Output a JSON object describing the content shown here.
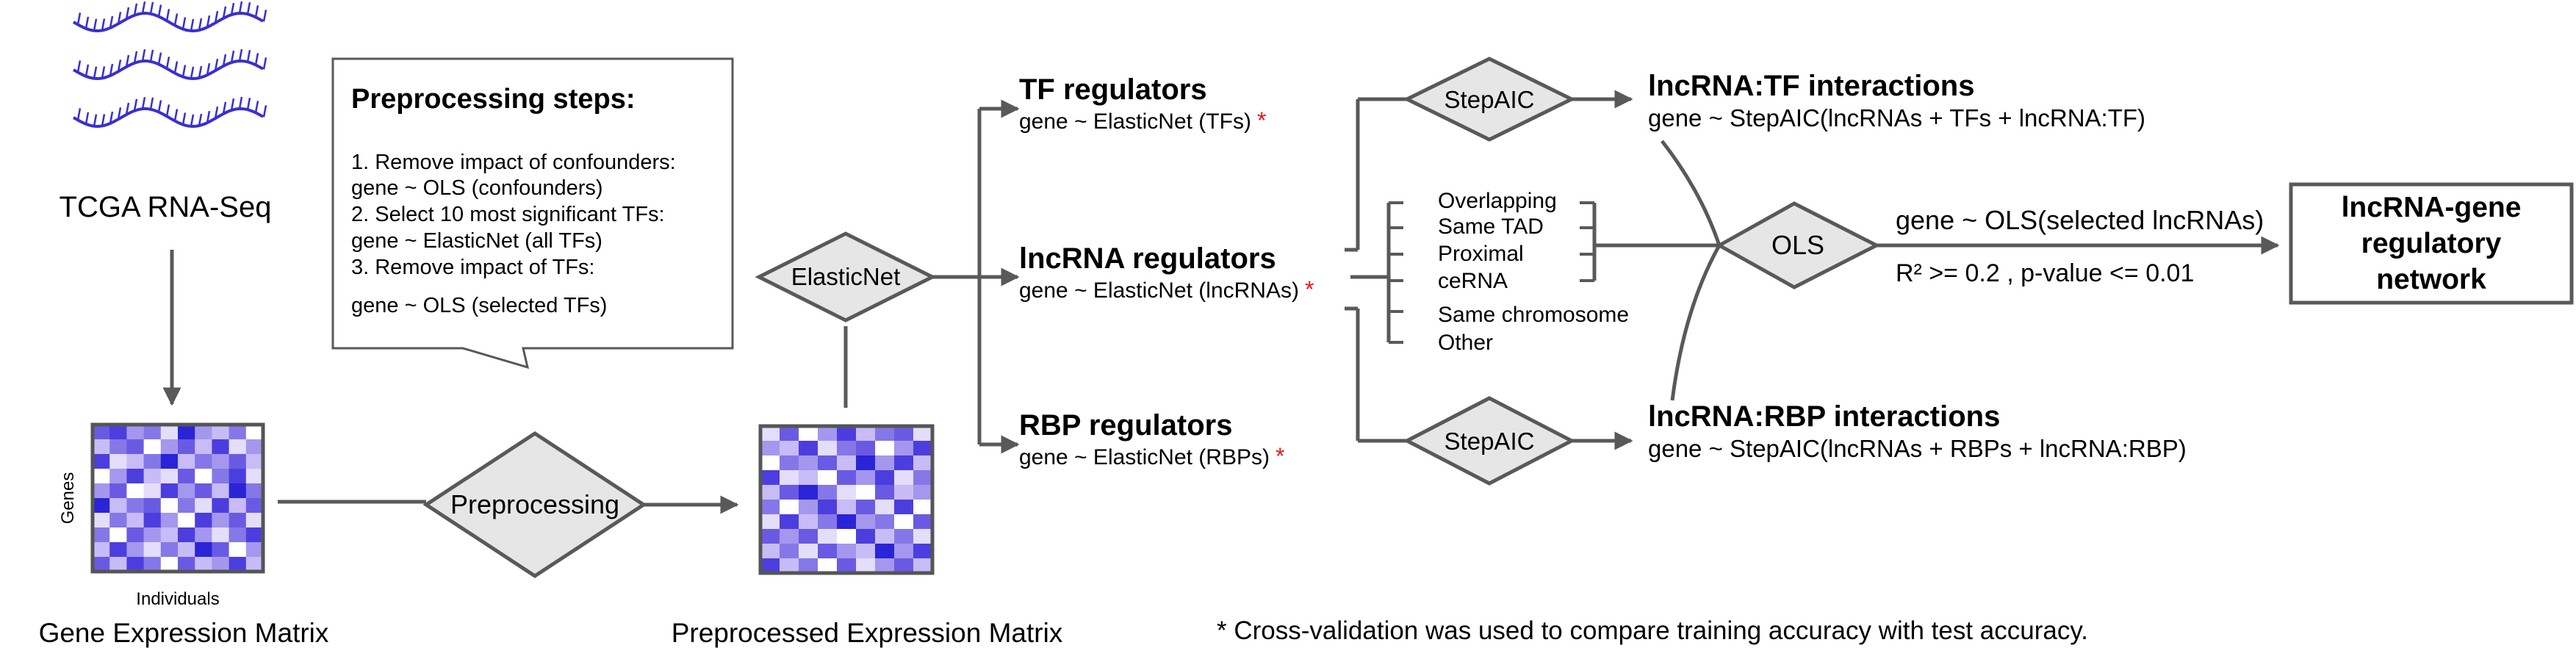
{
  "colors": {
    "line": "#595959",
    "diamond_fill": "#e7e6e6",
    "rna_strand": "#3a2fd0",
    "asterisk": "#e81818",
    "heatmap": [
      "#ffffff",
      "#e4defb",
      "#c7bcf6",
      "#a597ee",
      "#8677e8",
      "#6a5ae3",
      "#4c3ede",
      "#2a24d6"
    ]
  },
  "icons": {
    "rna": "rna-strand-icon"
  },
  "rna_seq": {
    "label": "TCGA RNA-Seq"
  },
  "gene_matrix": {
    "ylabel": "Genes",
    "xlabel": "Individuals",
    "caption": "Gene Expression Matrix",
    "cells": [
      [
        5,
        6,
        3,
        4,
        1,
        7,
        3,
        2,
        4,
        0
      ],
      [
        2,
        4,
        5,
        0,
        3,
        5,
        2,
        6,
        1,
        3
      ],
      [
        6,
        1,
        2,
        4,
        7,
        2,
        4,
        3,
        5,
        2
      ],
      [
        0,
        3,
        6,
        2,
        1,
        5,
        0,
        4,
        6,
        1
      ],
      [
        3,
        5,
        0,
        1,
        6,
        3,
        5,
        2,
        7,
        4
      ],
      [
        7,
        2,
        4,
        5,
        0,
        4,
        1,
        6,
        2,
        5
      ],
      [
        1,
        4,
        2,
        6,
        3,
        0,
        6,
        3,
        5,
        1
      ],
      [
        4,
        0,
        5,
        3,
        2,
        6,
        3,
        1,
        4,
        6
      ],
      [
        2,
        6,
        3,
        1,
        4,
        2,
        7,
        5,
        0,
        3
      ],
      [
        5,
        2,
        6,
        4,
        0,
        5,
        2,
        3,
        6,
        2
      ]
    ]
  },
  "preprocessing": {
    "label": "Preprocessing"
  },
  "callout": {
    "title": "Preprocessing steps:",
    "lines": [
      "1. Remove impact of confounders:",
      "gene ~ OLS (confounders)",
      "2. Select 10 most significant TFs:",
      "gene ~ ElasticNet (all TFs)",
      "3. Remove impact of TFs:",
      "gene ~ OLS (selected TFs)"
    ]
  },
  "pre_matrix": {
    "caption": "Preprocessed Expression Matrix",
    "cells": [
      [
        1,
        5,
        0,
        3,
        6,
        2,
        4,
        5,
        1
      ],
      [
        3,
        2,
        6,
        1,
        4,
        5,
        0,
        3,
        6
      ],
      [
        0,
        4,
        3,
        5,
        2,
        7,
        3,
        6,
        2
      ],
      [
        6,
        1,
        2,
        0,
        5,
        3,
        6,
        1,
        4
      ],
      [
        2,
        5,
        7,
        4,
        1,
        0,
        5,
        2,
        3
      ],
      [
        4,
        0,
        3,
        6,
        2,
        5,
        1,
        6,
        0
      ],
      [
        1,
        6,
        2,
        4,
        7,
        3,
        4,
        0,
        5
      ],
      [
        5,
        3,
        5,
        1,
        0,
        6,
        2,
        4,
        1
      ],
      [
        2,
        4,
        1,
        5,
        3,
        2,
        7,
        3,
        6
      ],
      [
        6,
        2,
        4,
        0,
        5,
        1,
        3,
        5,
        2
      ]
    ]
  },
  "elasticnet": {
    "label": "ElasticNet"
  },
  "tf_regulators": {
    "title": "TF regulators",
    "formula": "gene ~ ElasticNet (TFs)",
    "asterisk": "*"
  },
  "lncrna_regulators": {
    "title": "lncRNA regulators",
    "formula": "gene ~ ElasticNet (lncRNAs)",
    "asterisk": "*"
  },
  "rbp_regulators": {
    "title": "RBP regulators",
    "formula": "gene ~ ElasticNet (RBPs)",
    "asterisk": "*"
  },
  "stepaic_top": {
    "label": "StepAIC"
  },
  "stepaic_bottom": {
    "label": "StepAIC"
  },
  "categories": [
    "Overlapping",
    "Same TAD",
    "Proximal",
    "ceRNA",
    "Same chromosome",
    "Other"
  ],
  "tf_interactions": {
    "title": "lncRNA:TF interactions",
    "formula": "gene ~ StepAIC(lncRNAs + TFs + lncRNA:TF)"
  },
  "rbp_interactions": {
    "title": "lncRNA:RBP interactions",
    "formula": "gene ~ StepAIC(lncRNAs + RBPs + lncRNA:RBP)"
  },
  "ols": {
    "label": "OLS",
    "formula": "gene ~ OLS(selected lncRNAs)",
    "criteria": "R² >= 0.2 , p-value <= 0.01"
  },
  "network": {
    "lines": [
      "lncRNA-gene",
      "regulatory",
      "network"
    ]
  },
  "footnote": "* Cross-validation was used to compare training accuracy with test accuracy."
}
